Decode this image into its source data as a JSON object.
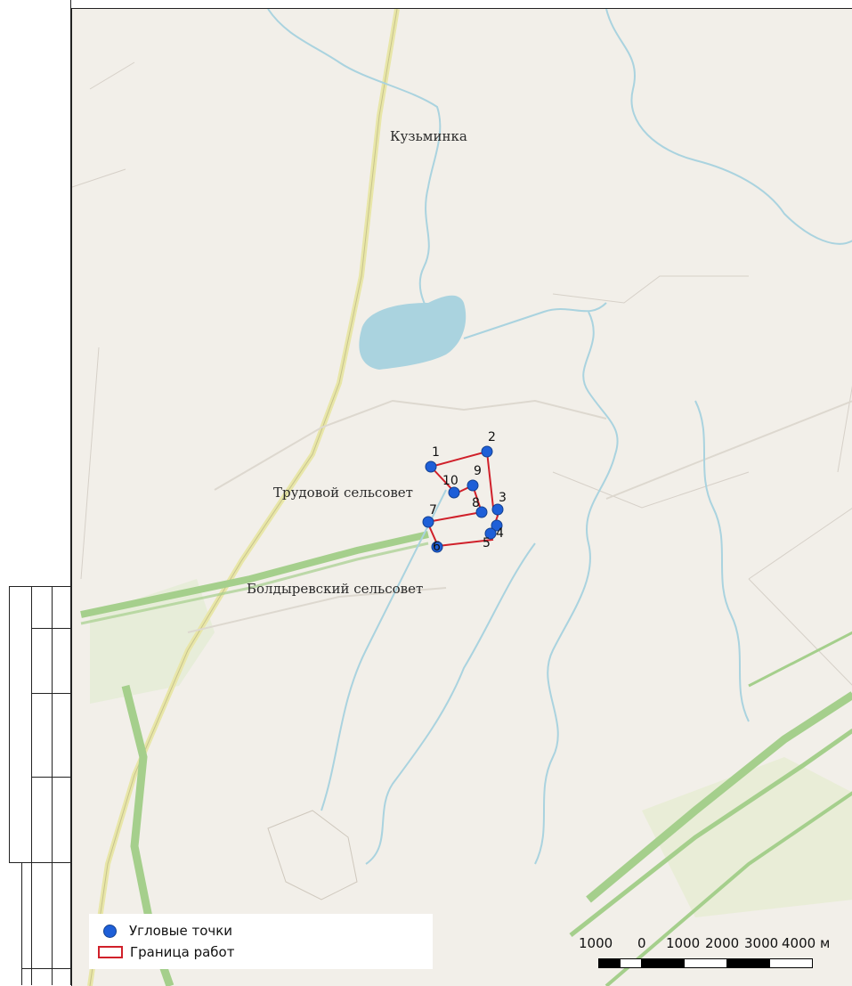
{
  "places": {
    "kuzminka": "Кузьминка",
    "trudovoy": "Трудовой сельсовет",
    "boldyrevsky": "Болдыревский сельсовет"
  },
  "points": [
    "1",
    "2",
    "3",
    "4",
    "5",
    "6",
    "7",
    "8",
    "9",
    "10"
  ],
  "legend": {
    "corner_points": "Угловые точки",
    "work_boundary": "Граница работ"
  },
  "scale": {
    "labels": [
      "1000",
      "0",
      "1000",
      "2000",
      "3000",
      "4000 м"
    ]
  },
  "colors": {
    "background": "#f2efe9",
    "water": "#aad3df",
    "point_fill": "#1e5fd8",
    "boundary": "#d0202a",
    "green_band": "#a5cf8c"
  }
}
